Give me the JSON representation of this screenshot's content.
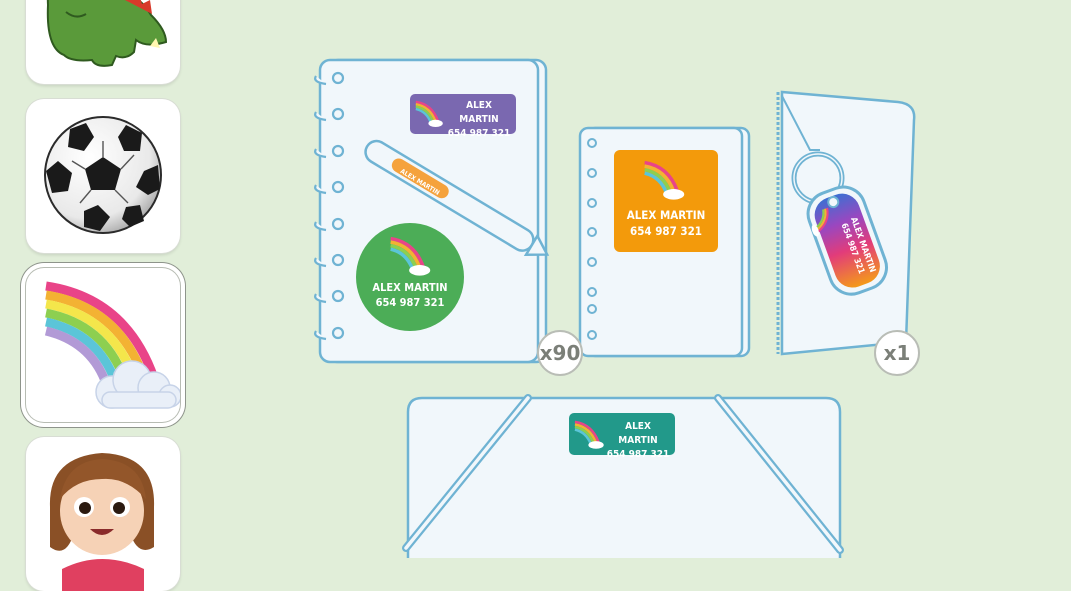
{
  "design_thumbnails": [
    {
      "name": "dinosaur",
      "selected": false
    },
    {
      "name": "soccer-ball",
      "selected": false
    },
    {
      "name": "rainbow",
      "selected": true
    },
    {
      "name": "girl-avatar",
      "selected": false
    }
  ],
  "label": {
    "name": "ALEX MARTIN",
    "phone": "654 987 321"
  },
  "quantities": {
    "stickers": "x90",
    "keychain": "x1"
  },
  "colors": {
    "background": "#e1eed9",
    "item_outline": "#6fb3d3",
    "item_fill": "#f1f7fb",
    "label_purple": "#7a68b0",
    "label_green": "#4cad57",
    "label_orange": "#f39a0b",
    "label_teal": "#22998a",
    "pencil_label": "#f5a23c"
  }
}
